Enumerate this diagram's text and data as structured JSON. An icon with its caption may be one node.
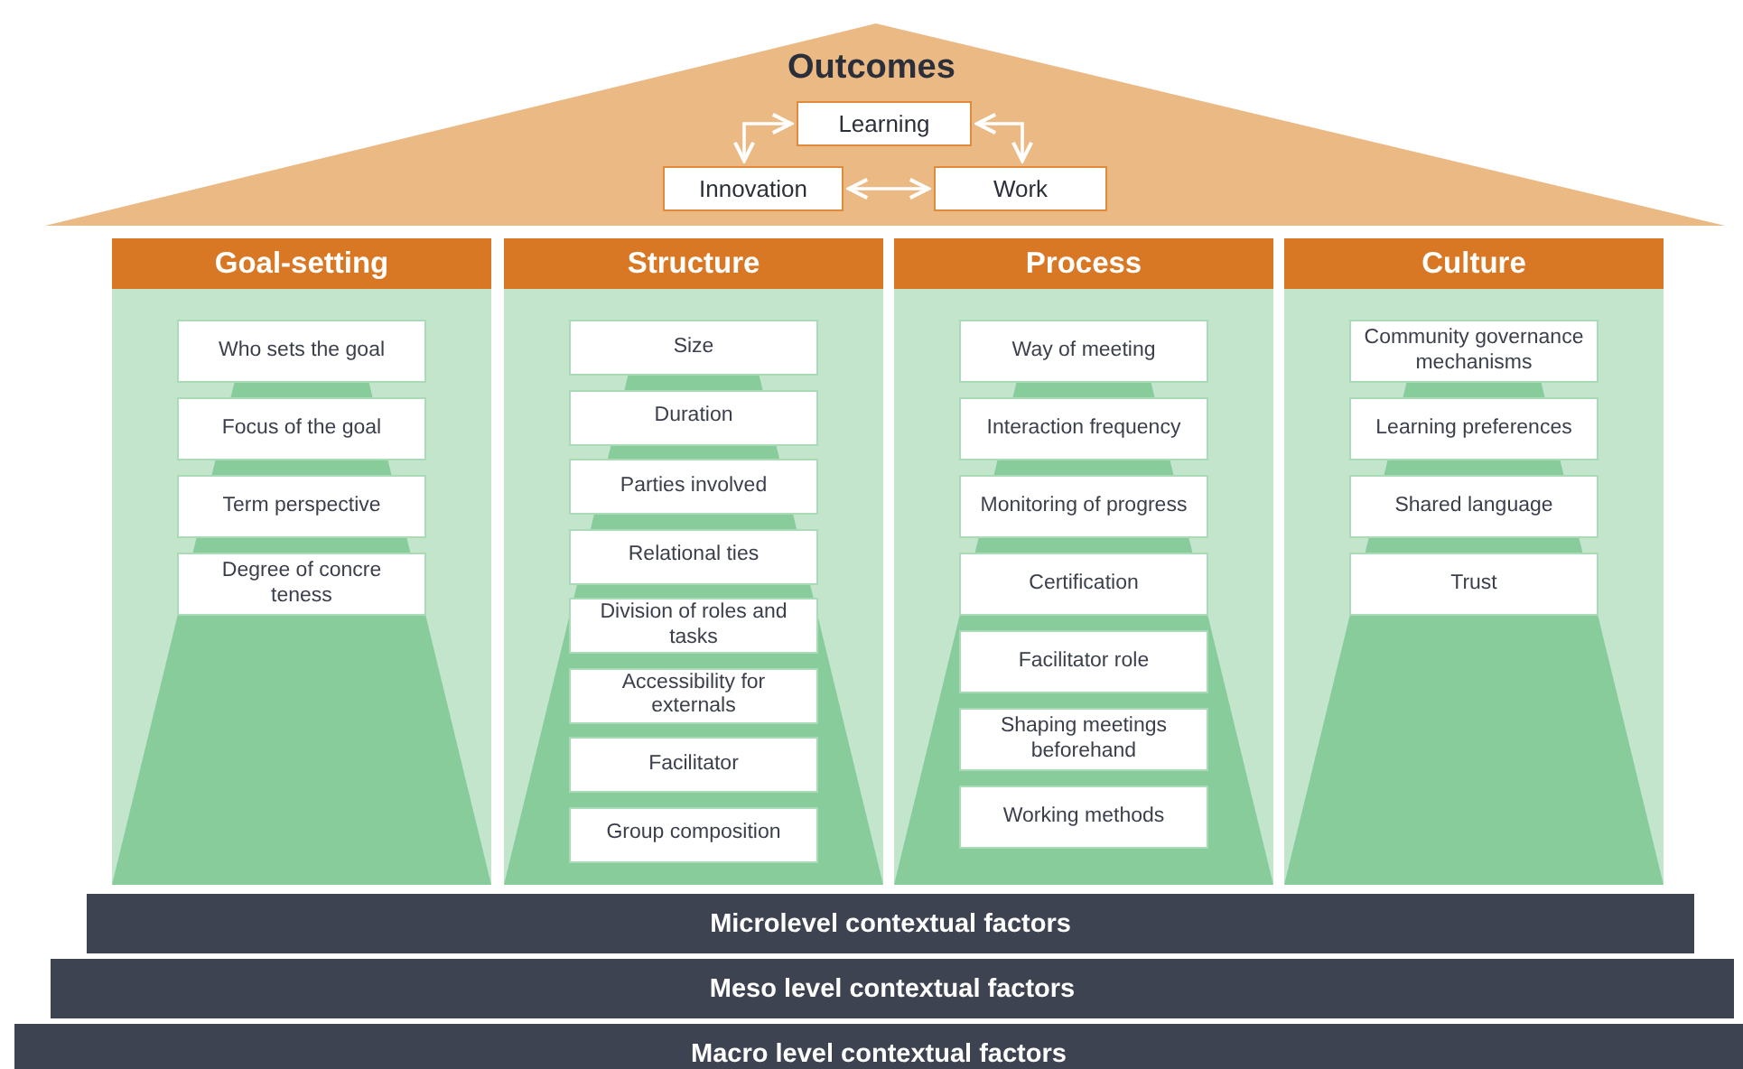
{
  "diagram": {
    "nodes": [
      {
        "text": [
          "Outcomes"
        ]
      },
      {
        "text": [
          "Learning"
        ],
        "in": 0
      },
      {
        "text": [
          "Innovation"
        ],
        "in": 0
      },
      {
        "text": [
          "Work"
        ],
        "in": 0
      },
      {
        "text": [
          "Goal-setting"
        ]
      },
      {
        "text": [
          "Who sets the goal"
        ],
        "in": 4
      },
      {
        "text": [
          "Focus of the goal"
        ],
        "in": 4
      },
      {
        "text": [
          "Term perspective"
        ],
        "in": 4
      },
      {
        "text": [
          "Degree of concre teness"
        ],
        "in": 4
      },
      {
        "text": [
          "Structure"
        ]
      },
      {
        "text": [
          "Size"
        ],
        "in": 9
      },
      {
        "text": [
          "Duration"
        ],
        "in": 9
      },
      {
        "text": [
          "Parties involved"
        ],
        "in": 9
      },
      {
        "text": [
          "Relational ties"
        ],
        "in": 9
      },
      {
        "text": [
          "Division of roles and tasks"
        ],
        "in": 9
      },
      {
        "text": [
          "Accessibility for externals"
        ],
        "in": 9
      },
      {
        "text": [
          "Facilitator"
        ],
        "in": 9
      },
      {
        "text": [
          "Group composition"
        ],
        "in": 9
      },
      {
        "text": [
          "Process"
        ]
      },
      {
        "text": [
          "Way of meeting"
        ],
        "in": 18
      },
      {
        "text": [
          "Interaction frequency"
        ],
        "in": 18
      },
      {
        "text": [
          "Monitoring of progress"
        ],
        "in": 18
      },
      {
        "text": [
          "Certification"
        ],
        "in": 18
      },
      {
        "text": [
          "Facilitator role"
        ],
        "in": 18
      },
      {
        "text": [
          "Shaping meetings beforehand"
        ],
        "in": 18
      },
      {
        "text": [
          "Working methods"
        ],
        "in": 18
      },
      {
        "text": [
          "Culture"
        ]
      },
      {
        "text": [
          "Community governance mechanisms"
        ],
        "in": 26
      },
      {
        "text": [
          "Learning preferences"
        ],
        "in": 26
      },
      {
        "text": [
          "Shared language"
        ],
        "in": 26
      },
      {
        "text": [
          "Trust"
        ],
        "in": 26
      },
      {
        "text": [
          "Microlevel contextual factors"
        ]
      },
      {
        "text": [
          "Meso level contextual factors"
        ]
      },
      {
        "text": [
          "Macro level contextual factors"
        ]
      }
    ],
    "edges": [
      {
        "from": 1,
        "to": 2,
        "arrow": "both"
      },
      {
        "from": 1,
        "to": 3,
        "arrow": "both"
      },
      {
        "from": 2,
        "to": 3,
        "arrow": "both"
      }
    ]
  }
}
